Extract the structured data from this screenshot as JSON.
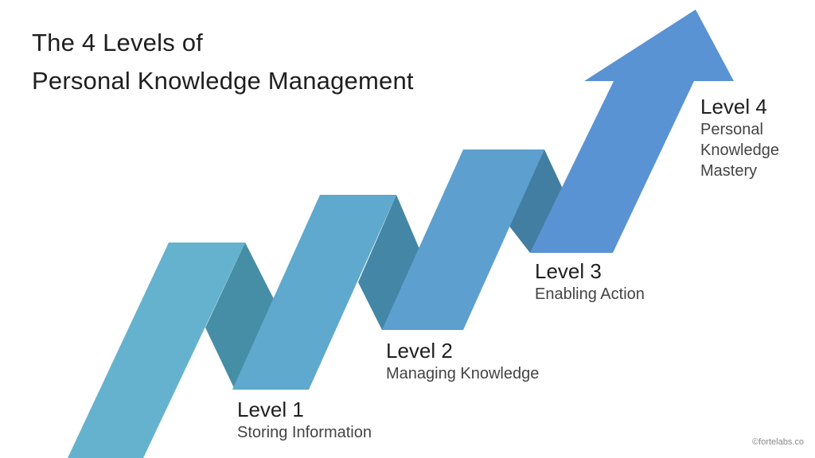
{
  "title": {
    "line1": "The 4 Levels of",
    "line2": "Personal Knowledge Management"
  },
  "levels": [
    {
      "name": "Level 1",
      "description": [
        "Storing Information"
      ],
      "color": "#65b2ce"
    },
    {
      "name": "Level 2",
      "description": [
        "Managing Knowledge"
      ],
      "color": "#5ea9cd"
    },
    {
      "name": "Level 3",
      "description": [
        "Enabling Action"
      ],
      "color": "#5d9fcf"
    },
    {
      "name": "Level 4",
      "description": [
        "Personal",
        "Knowledge",
        "Mastery"
      ],
      "color": "#5a93d3"
    }
  ],
  "colors": {
    "fold_1": "#468ea6",
    "fold_2": "#4486a6",
    "fold_3": "#427ea2",
    "arrow": "#5a93d3"
  },
  "credit": "©fortelabs.co"
}
